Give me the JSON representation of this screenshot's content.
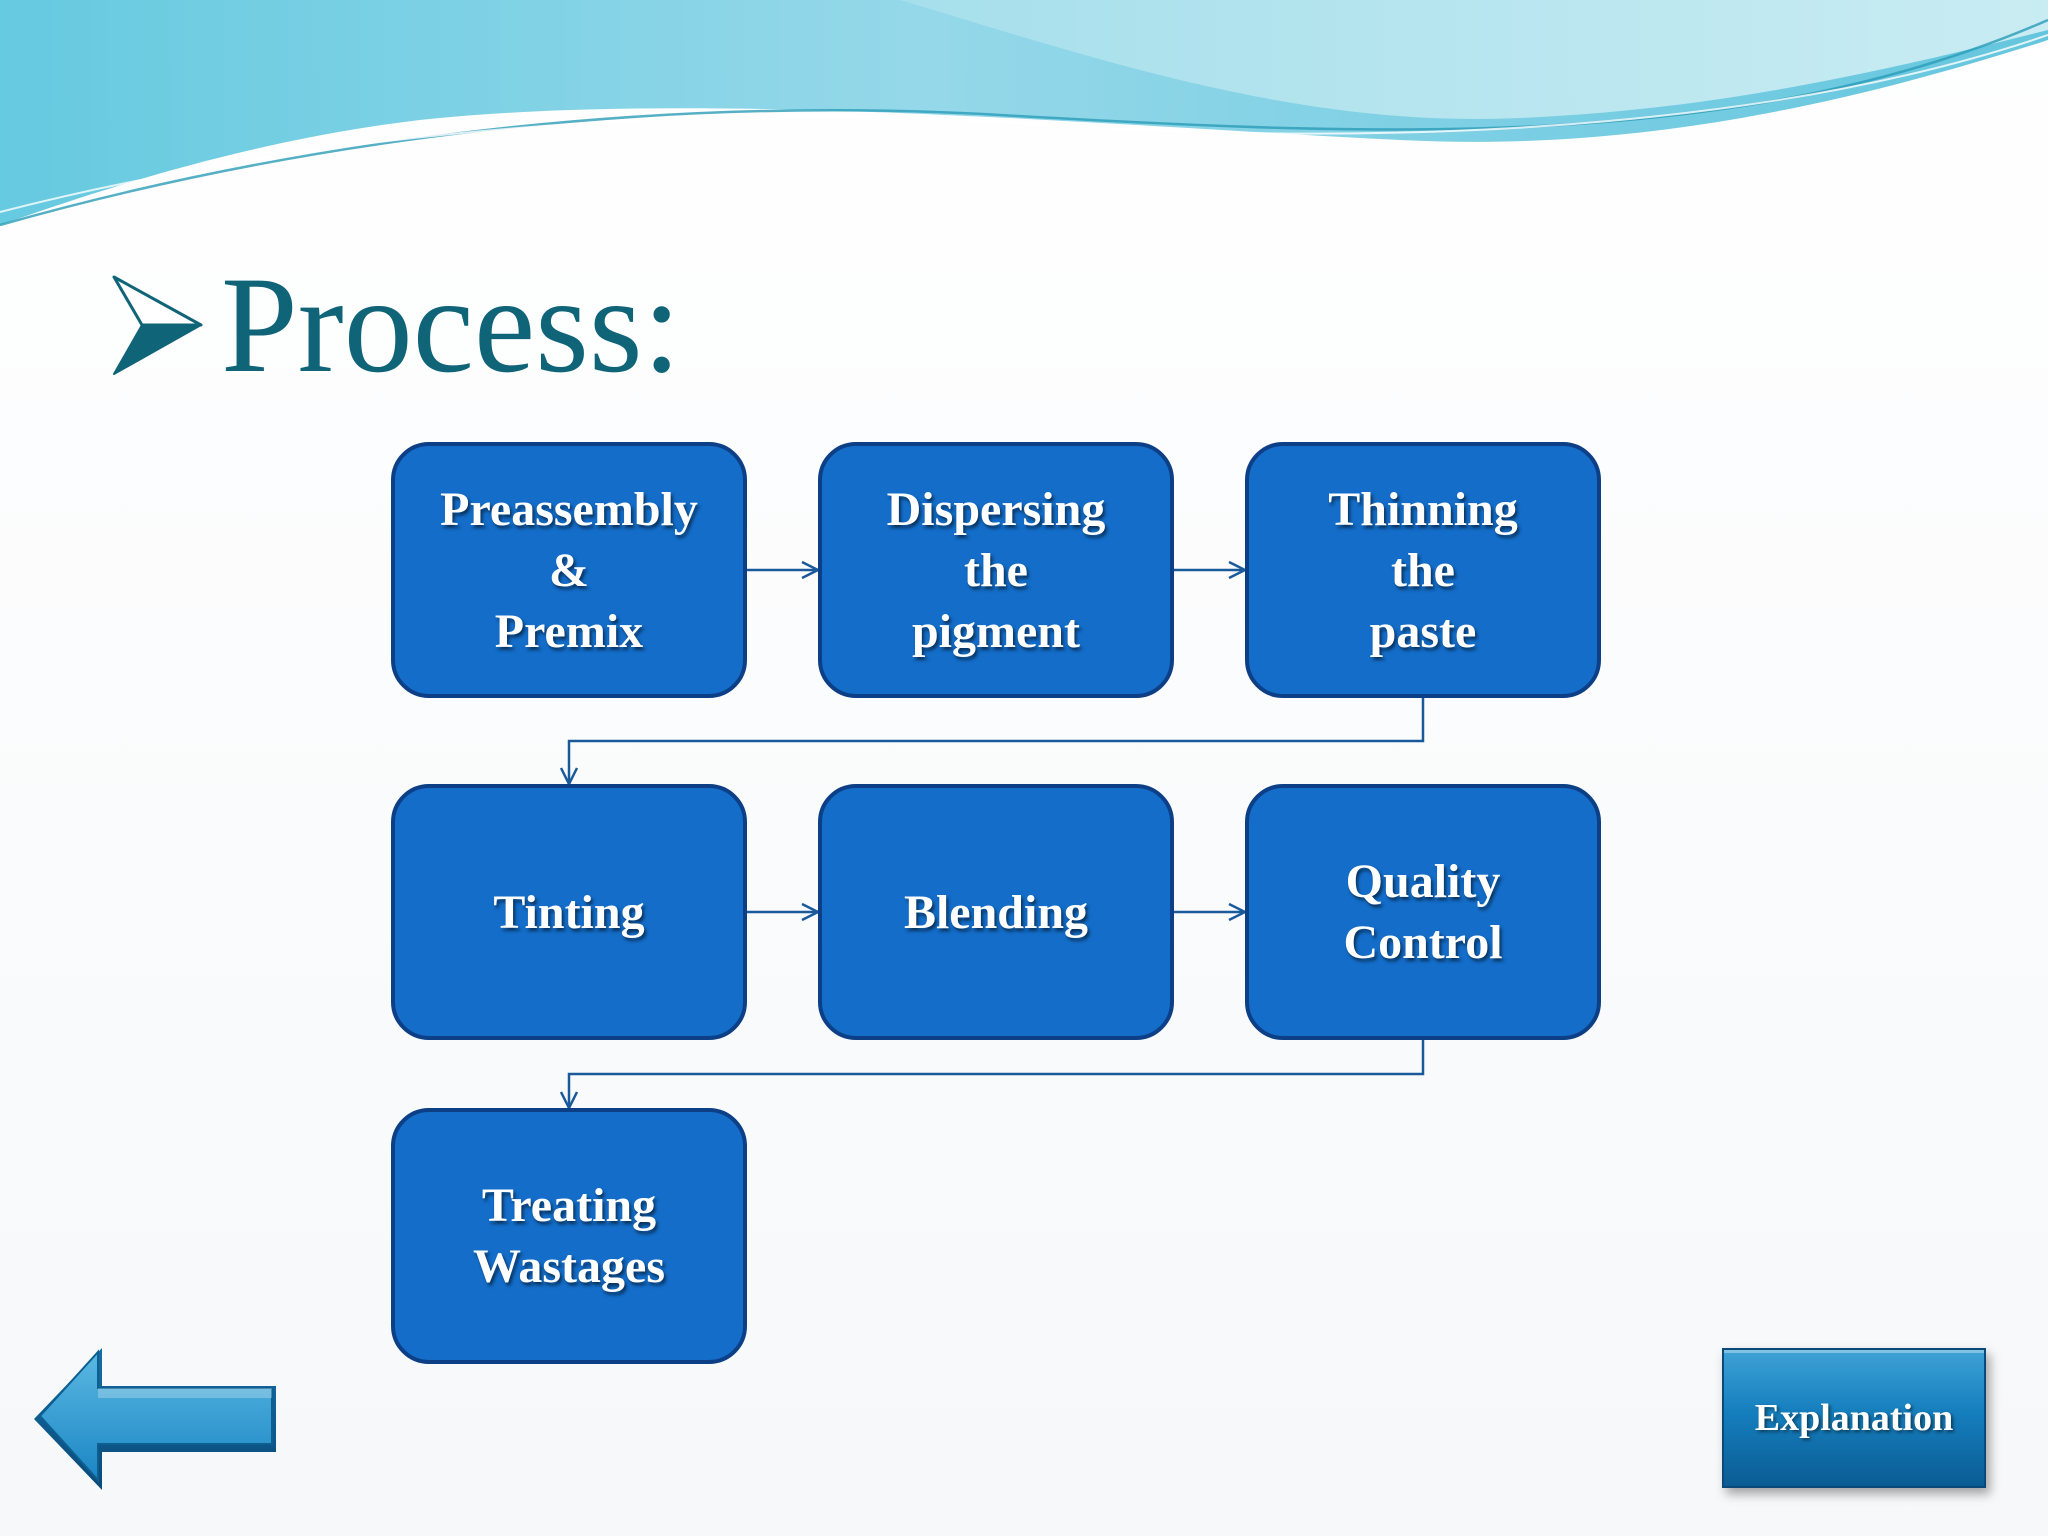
{
  "slide": {
    "title": "Process:",
    "title_bullet_icon": "arrowhead-bullet-icon"
  },
  "colors": {
    "title": "#0f6478",
    "box_fill": "#136dc9",
    "box_border": "#0d3f86",
    "connector": "#1a5a9a",
    "wave_light": "#bfe8f0",
    "wave_mid": "#7fd0e3",
    "wave_dark": "#3db3cf"
  },
  "diagram": {
    "nodes": [
      {
        "id": "preassembly",
        "label": "Preassembly\n&\nPremix"
      },
      {
        "id": "dispersing",
        "label": "Dispersing\nthe\npigment"
      },
      {
        "id": "thinning",
        "label": "Thinning\nthe\npaste"
      },
      {
        "id": "tinting",
        "label": "Tinting"
      },
      {
        "id": "blending",
        "label": "Blending"
      },
      {
        "id": "quality",
        "label": "Quality\nControl"
      },
      {
        "id": "treating",
        "label": "Treating\nWastages"
      }
    ],
    "edges": [
      {
        "from": "preassembly",
        "to": "dispersing"
      },
      {
        "from": "dispersing",
        "to": "thinning"
      },
      {
        "from": "thinning",
        "to": "tinting"
      },
      {
        "from": "tinting",
        "to": "blending"
      },
      {
        "from": "blending",
        "to": "quality"
      },
      {
        "from": "quality",
        "to": "treating"
      }
    ]
  },
  "navigation": {
    "back_icon": "left-arrow-icon",
    "explanation_label": "Explanation"
  }
}
